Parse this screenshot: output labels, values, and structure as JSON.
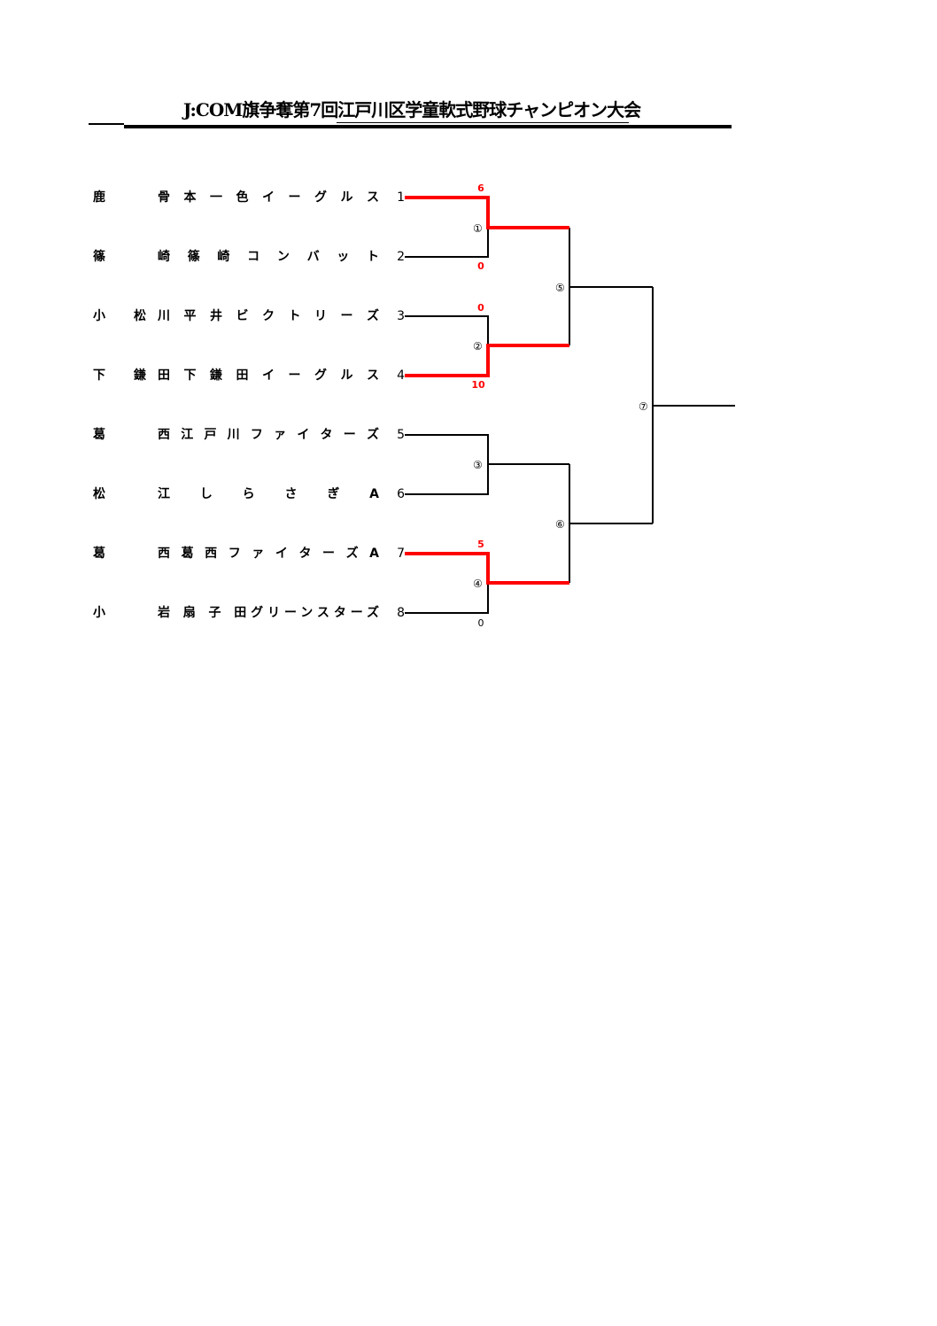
{
  "title": "J:COM旗争奪第7回江戸川区学童軟式野球チャンピオン大会",
  "teams": [
    {
      "region": "鹿",
      "name": "骨 本 一 色 イ ー グ ル ス",
      "seed": "1"
    },
    {
      "region": "篠",
      "name": "崎 篠 崎 コ ン バ ッ ト",
      "seed": "2"
    },
    {
      "region": "小 松",
      "name": "川 平 井 ビ ク ト リ ー ズ",
      "seed": "3"
    },
    {
      "region": "下 鎌",
      "name": "田 下 鎌 田 イ ー グ ル ス",
      "seed": "4"
    },
    {
      "region": "葛",
      "name": "西 江 戸 川 フ ァ イ タ ー ズ",
      "seed": "5"
    },
    {
      "region": "松",
      "name": "江 し ら さ ぎ A",
      "seed": "6"
    },
    {
      "region": "葛",
      "name": "西 葛 西 フ ァ イ タ ー ズ A",
      "seed": "7"
    },
    {
      "region": "小",
      "name": "岩 扇 子 田グリーンスターズ",
      "seed": "8"
    }
  ],
  "matches": {
    "m1": {
      "label": "①",
      "score_top": "6",
      "score_bottom": "0"
    },
    "m2": {
      "label": "②",
      "score_top": "0",
      "score_bottom": "10"
    },
    "m3": {
      "label": "③"
    },
    "m4": {
      "label": "④",
      "score_top": "5",
      "score_bottom": "0"
    },
    "m5": {
      "label": "⑤"
    },
    "m6": {
      "label": "⑥"
    },
    "m7": {
      "label": "⑦"
    }
  },
  "colors": {
    "winner": "#ff0000",
    "line": "#000000"
  }
}
